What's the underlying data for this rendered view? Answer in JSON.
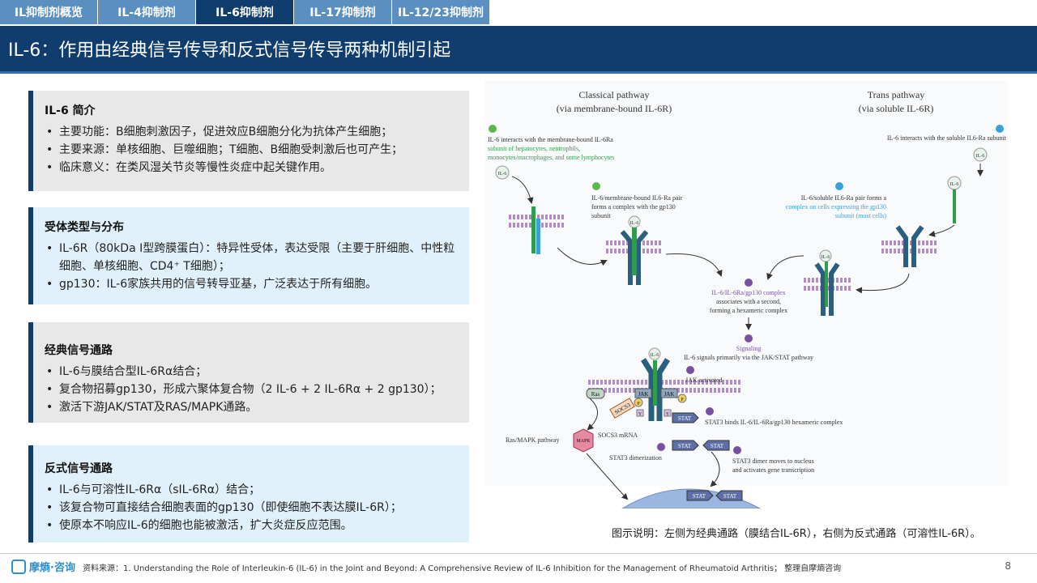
{
  "tabs": [
    {
      "label": "IL抑制剂概览",
      "active": false
    },
    {
      "label": "IL-4抑制剂",
      "active": false
    },
    {
      "label": "IL-6抑制剂",
      "active": true
    },
    {
      "label": "IL-17抑制剂",
      "active": false
    },
    {
      "label": "IL-12/23抑制剂",
      "active": false
    }
  ],
  "title": "IL-6：作用由经典信号传导和反式信号传导两种机制引起",
  "boxes": {
    "intro": {
      "heading": "IL-6 简介",
      "items": [
        "主要功能：B细胞刺激因子，促进效应B细胞分化为抗体产生细胞；",
        "主要来源：单核细胞、巨噬细胞；T细胞、B细胞受刺激后也可产生；",
        "临床意义：在类风湿关节炎等慢性炎症中起关键作用。"
      ]
    },
    "receptor": {
      "heading": "受体类型与分布",
      "items": [
        "IL-6R（80kDa I型跨膜蛋白）：特异性受体，表达受限（主要于肝细胞、中性粒细胞、单核细胞、CD4⁺ T细胞）；",
        "gp130：IL-6家族共用的信号转导亚基，广泛表达于所有细胞。"
      ]
    },
    "classic": {
      "heading": "经典信号通路",
      "items": [
        "IL-6与膜结合型IL-6Rα结合；",
        "复合物招募gp130，形成六聚体复合物（2 IL-6 + 2 IL-6Rα + 2 gp130）；",
        "激活下游JAK/STAT及RAS/MAPK通路。"
      ]
    },
    "trans": {
      "heading": "反式信号通路",
      "items": [
        "IL-6与可溶性IL-6Rα（sIL-6Rα）结合；",
        "该复合物可直接结合细胞表面的gp130（即使细胞不表达膜IL-6R）；",
        "使原本不响应IL-6的细胞也能被激活，扩大炎症反应范围。"
      ]
    }
  },
  "figure": {
    "classical_title": "Classical pathway",
    "classical_sub": "(via membrane-bound IL-6R)",
    "trans_title": "Trans pathway",
    "trans_sub": "(via soluble IL-6R)",
    "step1_left": [
      "IL-6 interacts with the membrane-bound IL-6Ra",
      "subunit of hepatocytes, neutrophils,",
      "monocytes/macrophages, and some lymphocytes"
    ],
    "step1_right": "IL-6 interacts with the soluble IL6-Ra subunit",
    "step2_left": [
      "IL-6/membrane-bound IL6-Ra pair",
      "forms a complex with the gp130",
      "subunit"
    ],
    "step2_right": [
      "IL-6/soluble IL6-Ra pair forms a",
      "complex on cells expressing the gp130",
      "subunit (most cells)"
    ],
    "step3": [
      "IL-6/IL-6Ra/gp130 complex",
      "associates with a second,",
      "forming a hexameric complex"
    ],
    "step4": [
      "Signaling",
      "IL-6 signals primarily via the JAK/STAT pathway"
    ],
    "step5": "JAK activated",
    "step6": "STAT3 binds IL-6/IL-6Ra/gp130 hexameric complex",
    "step7": "STAT3 dimerization",
    "step8": [
      "STAT3 dimer moves to nucleus",
      "and activates gene transcription"
    ],
    "labels": {
      "il6": "IL-6",
      "ras": "Ras",
      "socs3": "SOCS3",
      "jak": "JAK",
      "stat": "STAT",
      "p": "P",
      "y": "Y",
      "mapk": "MAPK",
      "ras_mapk": "Ras/MAPK pathway",
      "socs3_mrna": "SOCS3 mRNA"
    }
  },
  "caption": "图示说明：左侧为经典通路（膜结合IL-6R），右侧为反式通路（可溶性IL-6R）。",
  "footer": {
    "logo": "摩熵·咨询",
    "source": "资料来源：1. Understanding the Role of Interleukin-6 (IL-6) in the Joint and Beyond: A Comprehensive Review of IL-6 Inhibition for the Management of Rheumatoid Arthritis； 整理自摩熵咨询",
    "page": "8"
  },
  "colors": {
    "navy": "#0f3d6e",
    "tab": "#5b8fc0",
    "gray_box": "#e8e8e8",
    "blue_box": "#e1f1fb",
    "receptor": "#2b5f7f",
    "membrane_il6r": "#2e9e4a",
    "step_green": "#5bb84f",
    "step_blue": "#3aa0d8",
    "step_purple": "#7a4fa0"
  }
}
